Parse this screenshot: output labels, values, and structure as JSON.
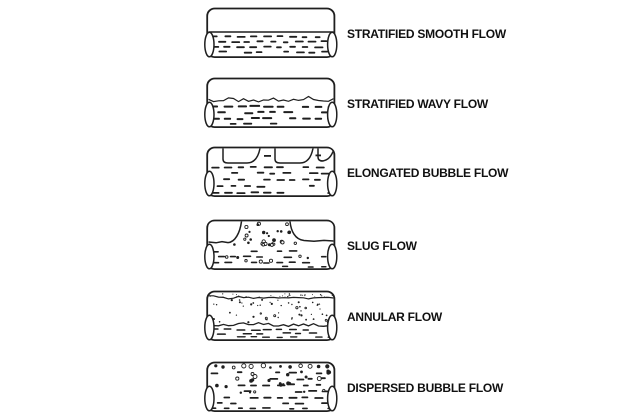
{
  "figure": {
    "ink_color": "#1f1f1f",
    "background": "#ffffff",
    "rows": [
      {
        "label": "STRATIFIED SMOOTH FLOW",
        "pattern": "stratified-smooth"
      },
      {
        "label": "STRATIFIED WAVY FLOW",
        "pattern": "stratified-wavy"
      },
      {
        "label": "ELONGATED BUBBLE FLOW",
        "pattern": "elongated-bubble"
      },
      {
        "label": "SLUG FLOW",
        "pattern": "slug"
      },
      {
        "label": "ANNULAR FLOW",
        "pattern": "annular"
      },
      {
        "label": "DISPERSED BUBBLE FLOW",
        "pattern": "dispersed-bubble"
      }
    ]
  }
}
